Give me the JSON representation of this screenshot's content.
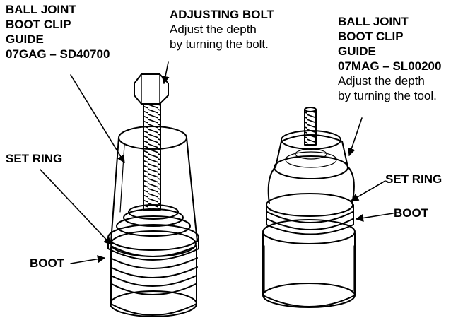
{
  "left_tool": {
    "name_lines": [
      "BALL JOINT",
      "BOOT CLIP",
      "GUIDE"
    ],
    "part_number": "07GAG – SD40700"
  },
  "adjusting_bolt": {
    "title": "ADJUSTING BOLT",
    "note_lines": [
      "Adjust the depth",
      "by turning the bolt."
    ]
  },
  "right_tool": {
    "name_lines": [
      "BALL JOINT",
      "BOOT CLIP",
      "GUIDE"
    ],
    "part_number": "07MAG – SL00200",
    "note_lines": [
      "Adjust the depth",
      "by turning the tool."
    ]
  },
  "callouts": {
    "set_ring_left": "SET RING",
    "boot_left": "BOOT",
    "set_ring_right": "SET RING",
    "boot_right": "BOOT"
  },
  "colors": {
    "ink": "#000000",
    "paper": "#ffffff"
  }
}
